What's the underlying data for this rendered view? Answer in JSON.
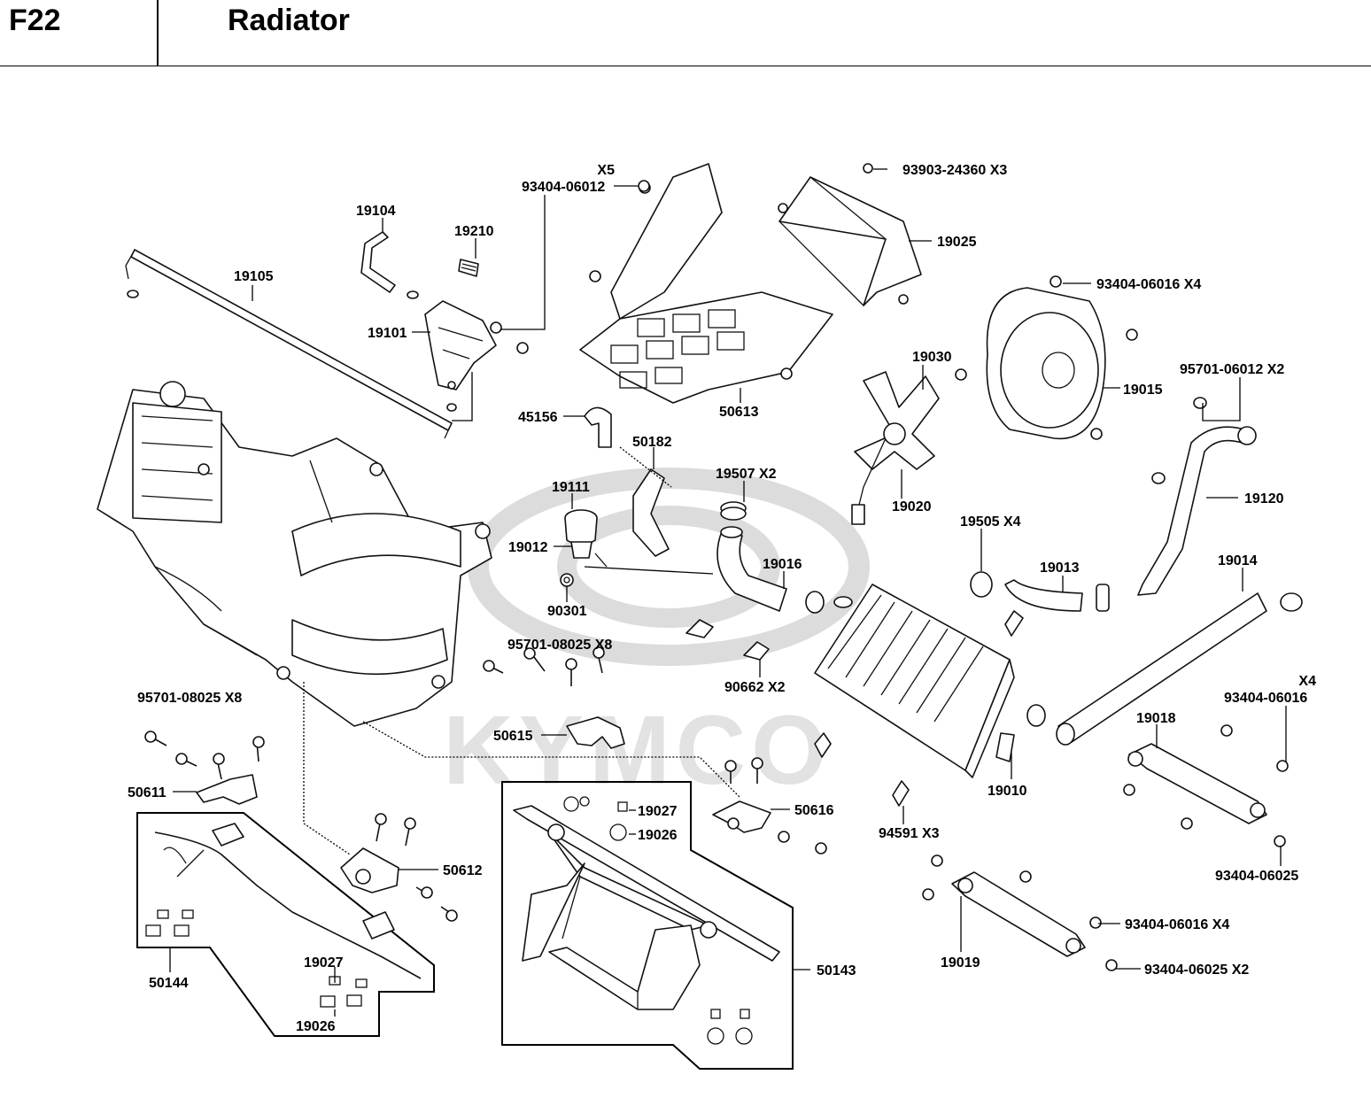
{
  "header": {
    "code": "F22",
    "title": "Radiator"
  },
  "watermark": {
    "text": "KYMCO"
  },
  "labels": [
    {
      "id": "l-93404-06012",
      "text": "93404-06012"
    },
    {
      "id": "l-x5",
      "text": "X5"
    },
    {
      "id": "l-93903-24360",
      "text": "93903-24360 X3"
    },
    {
      "id": "l-19104",
      "text": "19104"
    },
    {
      "id": "l-19210",
      "text": "19210"
    },
    {
      "id": "l-19105",
      "text": "19105"
    },
    {
      "id": "l-19101",
      "text": "19101"
    },
    {
      "id": "l-19025",
      "text": "19025"
    },
    {
      "id": "l-93404-06016-x4a",
      "text": "93404-06016 X4"
    },
    {
      "id": "l-50613",
      "text": "50613"
    },
    {
      "id": "l-45156",
      "text": "45156"
    },
    {
      "id": "l-50182",
      "text": "50182"
    },
    {
      "id": "l-19030",
      "text": "19030"
    },
    {
      "id": "l-19015",
      "text": "19015"
    },
    {
      "id": "l-95701-06012",
      "text": "95701-06012 X2"
    },
    {
      "id": "l-19111",
      "text": "19111"
    },
    {
      "id": "l-19507",
      "text": "19507  X2"
    },
    {
      "id": "l-19020",
      "text": "19020"
    },
    {
      "id": "l-19120",
      "text": "19120"
    },
    {
      "id": "l-19012",
      "text": "19012"
    },
    {
      "id": "l-19505",
      "text": "19505  X4"
    },
    {
      "id": "l-19016",
      "text": "19016"
    },
    {
      "id": "l-19013",
      "text": "19013"
    },
    {
      "id": "l-19014",
      "text": "19014"
    },
    {
      "id": "l-90301",
      "text": "90301"
    },
    {
      "id": "l-95701-08025-a",
      "text": "95701-08025 X8"
    },
    {
      "id": "l-90662",
      "text": "90662  X2"
    },
    {
      "id": "l-x4b",
      "text": "X4"
    },
    {
      "id": "l-93404-06016-b",
      "text": "93404-06016"
    },
    {
      "id": "l-95701-08025-b",
      "text": "95701-08025 X8"
    },
    {
      "id": "l-19018",
      "text": "19018"
    },
    {
      "id": "l-50615",
      "text": "50615"
    },
    {
      "id": "l-19010",
      "text": "19010"
    },
    {
      "id": "l-50611",
      "text": "50611"
    },
    {
      "id": "l-19027a",
      "text": "19027"
    },
    {
      "id": "l-50616",
      "text": "50616"
    },
    {
      "id": "l-19026a",
      "text": "19026"
    },
    {
      "id": "l-94591",
      "text": "94591  X3"
    },
    {
      "id": "l-93404-06025a",
      "text": "93404-06025"
    },
    {
      "id": "l-50612",
      "text": "50612"
    },
    {
      "id": "l-93404-06016-x4c",
      "text": "93404-06016 X4"
    },
    {
      "id": "l-19019",
      "text": "19019"
    },
    {
      "id": "l-93404-06025-x2",
      "text": "93404-06025 X2"
    },
    {
      "id": "l-19027b",
      "text": "19027"
    },
    {
      "id": "l-50143",
      "text": "50143"
    },
    {
      "id": "l-50144",
      "text": "50144"
    },
    {
      "id": "l-19026b",
      "text": "19026"
    }
  ]
}
